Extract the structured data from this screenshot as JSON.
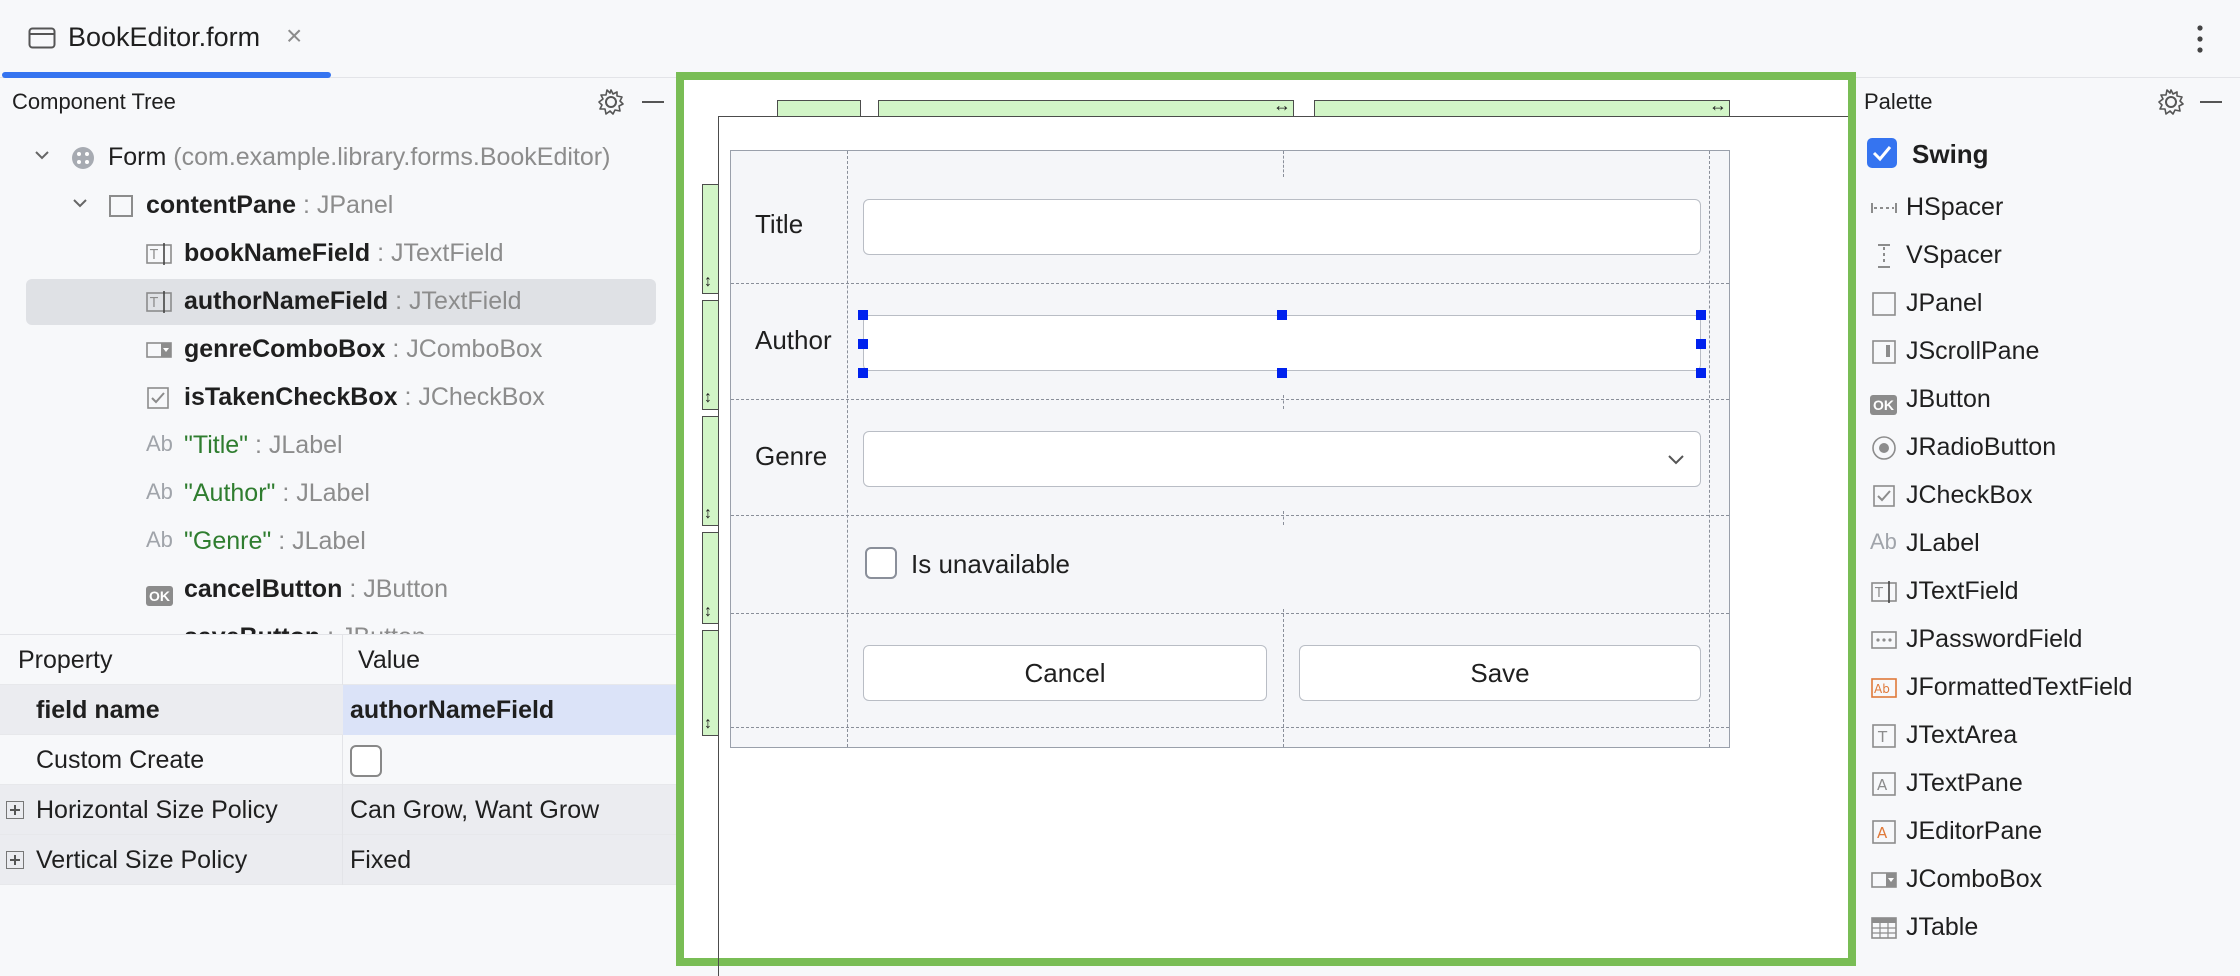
{
  "tab": {
    "title": "BookEditor.form",
    "close": "×"
  },
  "component_tree": {
    "title": "Component Tree",
    "root": {
      "name": "Form",
      "detail": "(com.example.library.forms.BookEditor)"
    },
    "content_pane": {
      "name": "contentPane",
      "type": ": JPanel"
    },
    "items": [
      {
        "name": "bookNameField",
        "type": ": JTextField",
        "icon": "text-field-icon"
      },
      {
        "name": "authorNameField",
        "type": ": JTextField",
        "icon": "text-field-icon"
      },
      {
        "name": "genreComboBox",
        "type": ": JComboBox",
        "icon": "combobox-icon"
      },
      {
        "name": "isTakenCheckBox",
        "type": ": JCheckBox",
        "icon": "checkbox-icon"
      },
      {
        "name": "\"Title\"",
        "type": ": JLabel",
        "icon": "label-icon"
      },
      {
        "name": "\"Author\"",
        "type": ": JLabel",
        "icon": "label-icon"
      },
      {
        "name": "\"Genre\"",
        "type": ": JLabel",
        "icon": "label-icon"
      },
      {
        "name": "cancelButton",
        "type": ": JButton",
        "icon": "button-icon"
      },
      {
        "name": "saveButton",
        "type": ": JButton",
        "icon": "button-icon"
      }
    ],
    "selected": "authorNameField"
  },
  "properties": {
    "header_property": "Property",
    "header_value": "Value",
    "rows": [
      {
        "key": "field name",
        "value": "authorNameField"
      },
      {
        "key": "Custom Create",
        "value": ""
      },
      {
        "key": "Horizontal Size Policy",
        "value": "Can Grow, Want Grow"
      },
      {
        "key": "Vertical Size Policy",
        "value": "Fixed"
      }
    ]
  },
  "form": {
    "labels": {
      "title": "Title",
      "author": "Author",
      "genre": "Genre"
    },
    "checkbox_label": "Is unavailable",
    "cancel": "Cancel",
    "save": "Save",
    "row_arrow": "↕",
    "col_arrow": "↔"
  },
  "palette": {
    "title": "Palette",
    "group": "Swing",
    "items": [
      {
        "label": "HSpacer",
        "icon": "hspacer-icon"
      },
      {
        "label": "VSpacer",
        "icon": "vspacer-icon"
      },
      {
        "label": "JPanel",
        "icon": "panel-icon"
      },
      {
        "label": "JScrollPane",
        "icon": "scrollpane-icon"
      },
      {
        "label": "JButton",
        "icon": "button-icon"
      },
      {
        "label": "JRadioButton",
        "icon": "radio-icon"
      },
      {
        "label": "JCheckBox",
        "icon": "checkbox-icon"
      },
      {
        "label": "JLabel",
        "icon": "label-icon"
      },
      {
        "label": "JTextField",
        "icon": "text-field-icon"
      },
      {
        "label": "JPasswordField",
        "icon": "password-icon"
      },
      {
        "label": "JFormattedTextField",
        "icon": "formatted-field-icon"
      },
      {
        "label": "JTextArea",
        "icon": "textarea-icon"
      },
      {
        "label": "JTextPane",
        "icon": "textpane-icon"
      },
      {
        "label": "JEditorPane",
        "icon": "editorpane-icon"
      },
      {
        "label": "JComboBox",
        "icon": "combobox-icon"
      },
      {
        "label": "JTable",
        "icon": "table-icon"
      }
    ]
  },
  "colors": {
    "accent": "#3574f0",
    "designer_border": "#79bd55",
    "selection_handles": "#0022ee",
    "string_green": "#2f7d2f"
  }
}
